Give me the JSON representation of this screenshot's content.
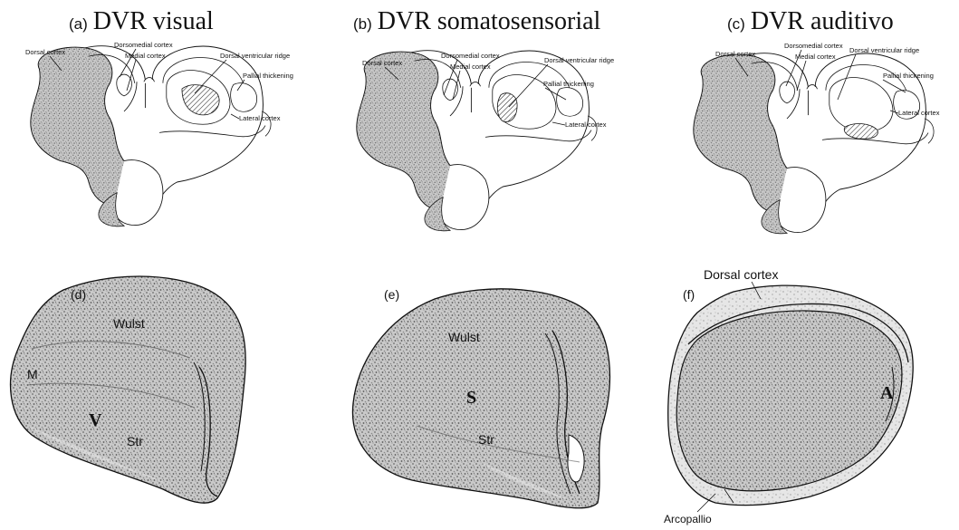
{
  "panels_top": [
    {
      "letter": "(a)",
      "title": "DVR visual",
      "labels": {
        "dorsal_cortex": "Dorsal cortex",
        "dorsomedial_cortex": "Dorsomedial cortex",
        "medial_cortex": "Medial cortex",
        "dvr": "Dorsal ventricular ridge",
        "pallial_thickening": "Pallial thickening",
        "lateral_cortex": "Lateral cortex"
      }
    },
    {
      "letter": "(b)",
      "title": "DVR somatosensorial",
      "labels": {
        "dorsal_cortex": "Dorsal cortex",
        "dorsomedial_cortex": "Dorsomedial cortex",
        "medial_cortex": "Medial cortex",
        "dvr": "Dorsal ventricular ridge",
        "pallial_thickening": "Pallial thickening",
        "lateral_cortex": "Lateral cortex"
      }
    },
    {
      "letter": "(c)",
      "title": "DVR auditivo",
      "labels": {
        "dorsal_cortex": "Dorsal cortex",
        "dorsomedial_cortex": "Dorsomedial cortex",
        "medial_cortex": "Medial cortex",
        "dvr": "Dorsal ventricular ridge",
        "pallial_thickening": "Pallial thickening",
        "lateral_cortex": "Lateral cortex"
      }
    }
  ],
  "panels_bottom": [
    {
      "letter": "(d)",
      "labels": {
        "wulst": "Wulst",
        "m": "M",
        "v": "V",
        "str": "Str"
      }
    },
    {
      "letter": "(e)",
      "labels": {
        "wulst": "Wulst",
        "s": "S",
        "str": "Str"
      }
    },
    {
      "letter": "(f)",
      "labels": {
        "dorsal_cortex": "Dorsal cortex",
        "a": "A",
        "arcopallium": "Arcopallio"
      }
    }
  ]
}
